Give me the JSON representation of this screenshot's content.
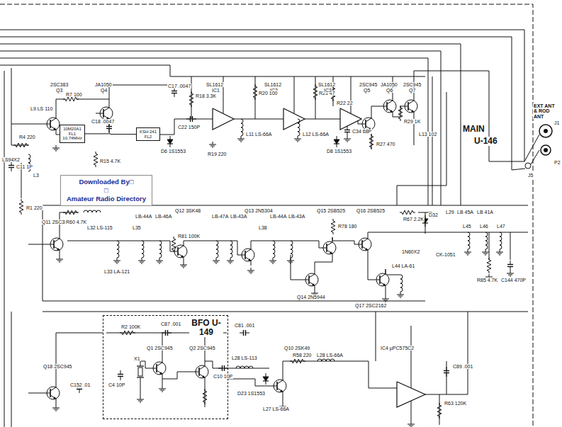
{
  "diagram": {
    "nodes": [
      {
        "text": [
          "Downloaded By□",
          "□",
          "Amateur Radio Directory"
        ]
      },
      {
        "text": [
          "10M20A1 FL1 10.74MHz"
        ]
      },
      {
        "text": [
          "KSH 241 FL2"
        ]
      },
      {
        "text": [
          "BFO U-149"
        ]
      }
    ],
    "edges": [
      {
        "from": 1,
        "to": 2,
        "arrow": "none"
      }
    ],
    "labels": [
      "2SC383",
      "Q3",
      "JA1050",
      "Q4",
      "R7 100",
      "L9 LS 110",
      "C18 .0047",
      "R15 4.7K",
      "C17 .0047",
      "R18 3.3K",
      "C22 150P",
      "D6 1S1553",
      "SL1612",
      "IC1",
      "L11 LS-66A",
      "R19 220",
      "SL1612",
      "IC2",
      "R20 100",
      "R21 47",
      "SL1612",
      "IC3",
      "R22 22",
      "L12 LS-66A",
      "C34 68P",
      "D8 1S1553",
      "2SC945",
      "Q5",
      "JA1050",
      "Q6",
      "2SC945",
      "Q7",
      "R27 470",
      "R29 1K",
      "L13 102",
      "MAIN",
      "U-146",
      "EXT ANT & ROD ANT",
      "J1",
      "P2",
      "J5",
      "LS94X2",
      "C11 1P",
      "L3",
      "R4 220",
      "R1 220",
      "Q11 2SC383",
      "R60 4.7K",
      "L32 LS-115",
      "LB-44A",
      "LB-46A",
      "Q12 3SK48",
      "LB-47A",
      "LB-43A",
      "Q13 2N5304",
      "LB-44A",
      "LB-43A",
      "Q15 2SB525",
      "Q16 2SB525",
      "L35",
      "L33 LA-121",
      "R81 100K",
      "L38",
      "R78 180",
      "Q14 2N5944",
      "L44 LA-61",
      "Q17 2SC2162",
      "R67 2.2K",
      "D32",
      "L29",
      "LB 45A",
      "LB 41A",
      "L45",
      "L46",
      "L47",
      "CK-1051",
      "1N60X2",
      "R85 4.7K",
      "C144 470P",
      "Q18 2SC945",
      "C152 .01",
      "R2 100K",
      "Q1 2SC945",
      "Q2 2SC945",
      "X1",
      "C4 10P",
      "C87 .001",
      "C10 10P",
      "L28 LS-113",
      "D23 1S1553",
      "Q10 2SK49",
      "R58 220",
      "L27 LS-66A",
      "L28 LS-66A",
      "IC4 µPC575C2",
      "C89 .001",
      "R63 120K",
      "C81 .001"
    ]
  }
}
